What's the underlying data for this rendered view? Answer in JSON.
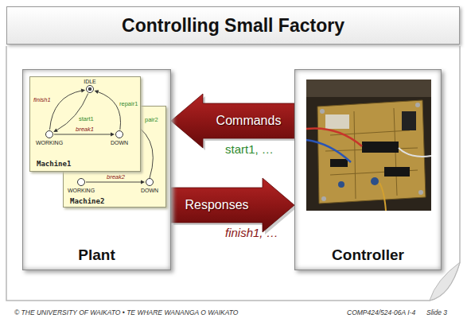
{
  "diagram": {
    "title": "Controlling Small Factory",
    "nodes": [
      {
        "text": [
          "Plant"
        ]
      },
      {
        "text": [
          "Machine1"
        ],
        "in": 0
      },
      {
        "text": [
          "IDLE"
        ],
        "in": 1
      },
      {
        "text": [
          "WORKING"
        ],
        "in": 1
      },
      {
        "text": [
          "DOWN"
        ],
        "in": 1
      },
      {
        "text": [
          "Machine2"
        ],
        "in": 0
      },
      {
        "text": [
          "WORKING"
        ],
        "in": 5
      },
      {
        "text": [
          "DOWN"
        ],
        "in": 5
      },
      {
        "text": [
          "Controller"
        ]
      }
    ],
    "edges": [
      {
        "from": 2,
        "to": 3,
        "label": "start1",
        "arrow": "to"
      },
      {
        "from": 3,
        "to": 2,
        "label": "finish1",
        "arrow": "to"
      },
      {
        "from": 3,
        "to": 4,
        "label": "break1",
        "arrow": "to"
      },
      {
        "from": 4,
        "to": 2,
        "label": "repair1",
        "arrow": "to"
      },
      {
        "from": 6,
        "to": 7,
        "label": "break2",
        "arrow": "to"
      },
      {
        "from": 8,
        "to": 0,
        "label": "Commands",
        "arrow": "to"
      },
      {
        "from": 0,
        "to": 8,
        "label": "Responses",
        "arrow": "to"
      }
    ],
    "labels": [
      "start1, …",
      "finish1, …",
      "pair2",
      "© THE UNIVERSITY OF WAIKATO • TE WHARE WANANGA O WAIKATO",
      "COMP424/524-06A I-4",
      "Slide 3"
    ]
  }
}
